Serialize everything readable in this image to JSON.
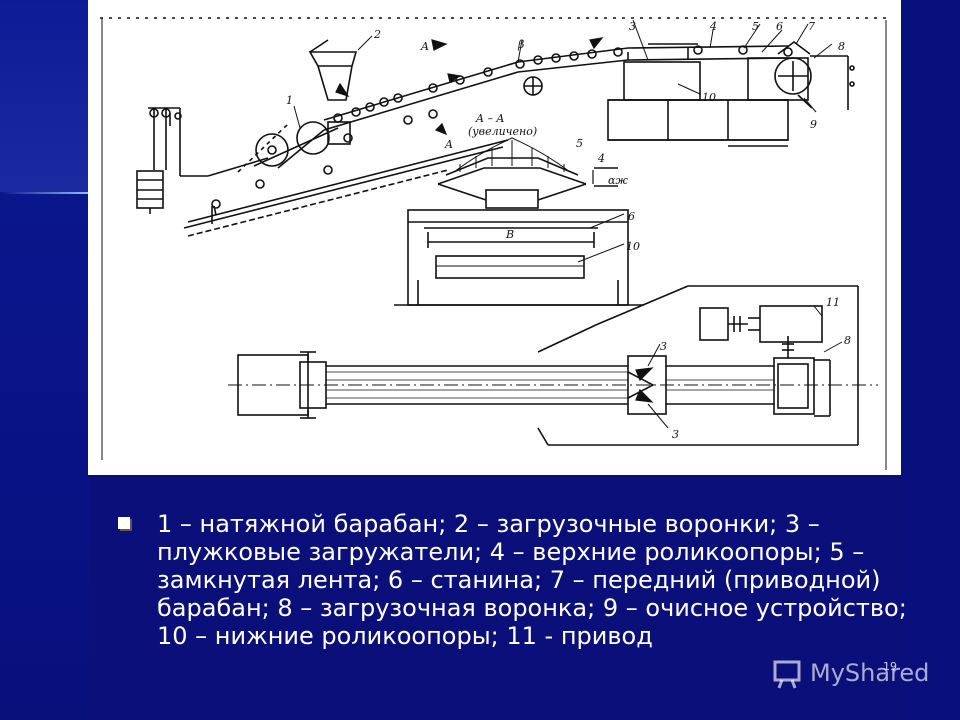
{
  "caption": {
    "text": "1 – натяжной барабан; 2 – загрузочные воронки; 3 – плужковые загружатели; 4 – верхние роликоопоры; 5 – замкнутая лента; 6 – станина; 7 – передний (приводной) барабан; 8 – загрузочная воронка; 9 – очисное устройство; 10 – нижние роликоопоры; 11 - привод"
  },
  "slide_number": "19",
  "watermark": {
    "text": "MyShared",
    "icon": "presentation-board-icon"
  },
  "diagram": {
    "labels": {
      "l1": "1",
      "l2": "2",
      "l3": "3",
      "l4": "4",
      "l5": "5",
      "l6": "6",
      "l7": "7",
      "l8": "8",
      "l9": "9",
      "l10": "10",
      "l11": "11",
      "a_top": "A",
      "a_bottom": "A",
      "beta": "β",
      "section": "A – A",
      "section_note": "(увеличено)",
      "sec_4": "4",
      "sec_5": "5",
      "alpha": "αж",
      "sec_6": "6",
      "sec_10": "10",
      "width_b": "B",
      "plan_3a": "3",
      "plan_3b": "3",
      "plan_8": "8",
      "plan_11": "11"
    }
  },
  "colors": {
    "background": "#0a0f7a",
    "figure_bg": "#ffffff",
    "caption_text": "#ffffff"
  }
}
